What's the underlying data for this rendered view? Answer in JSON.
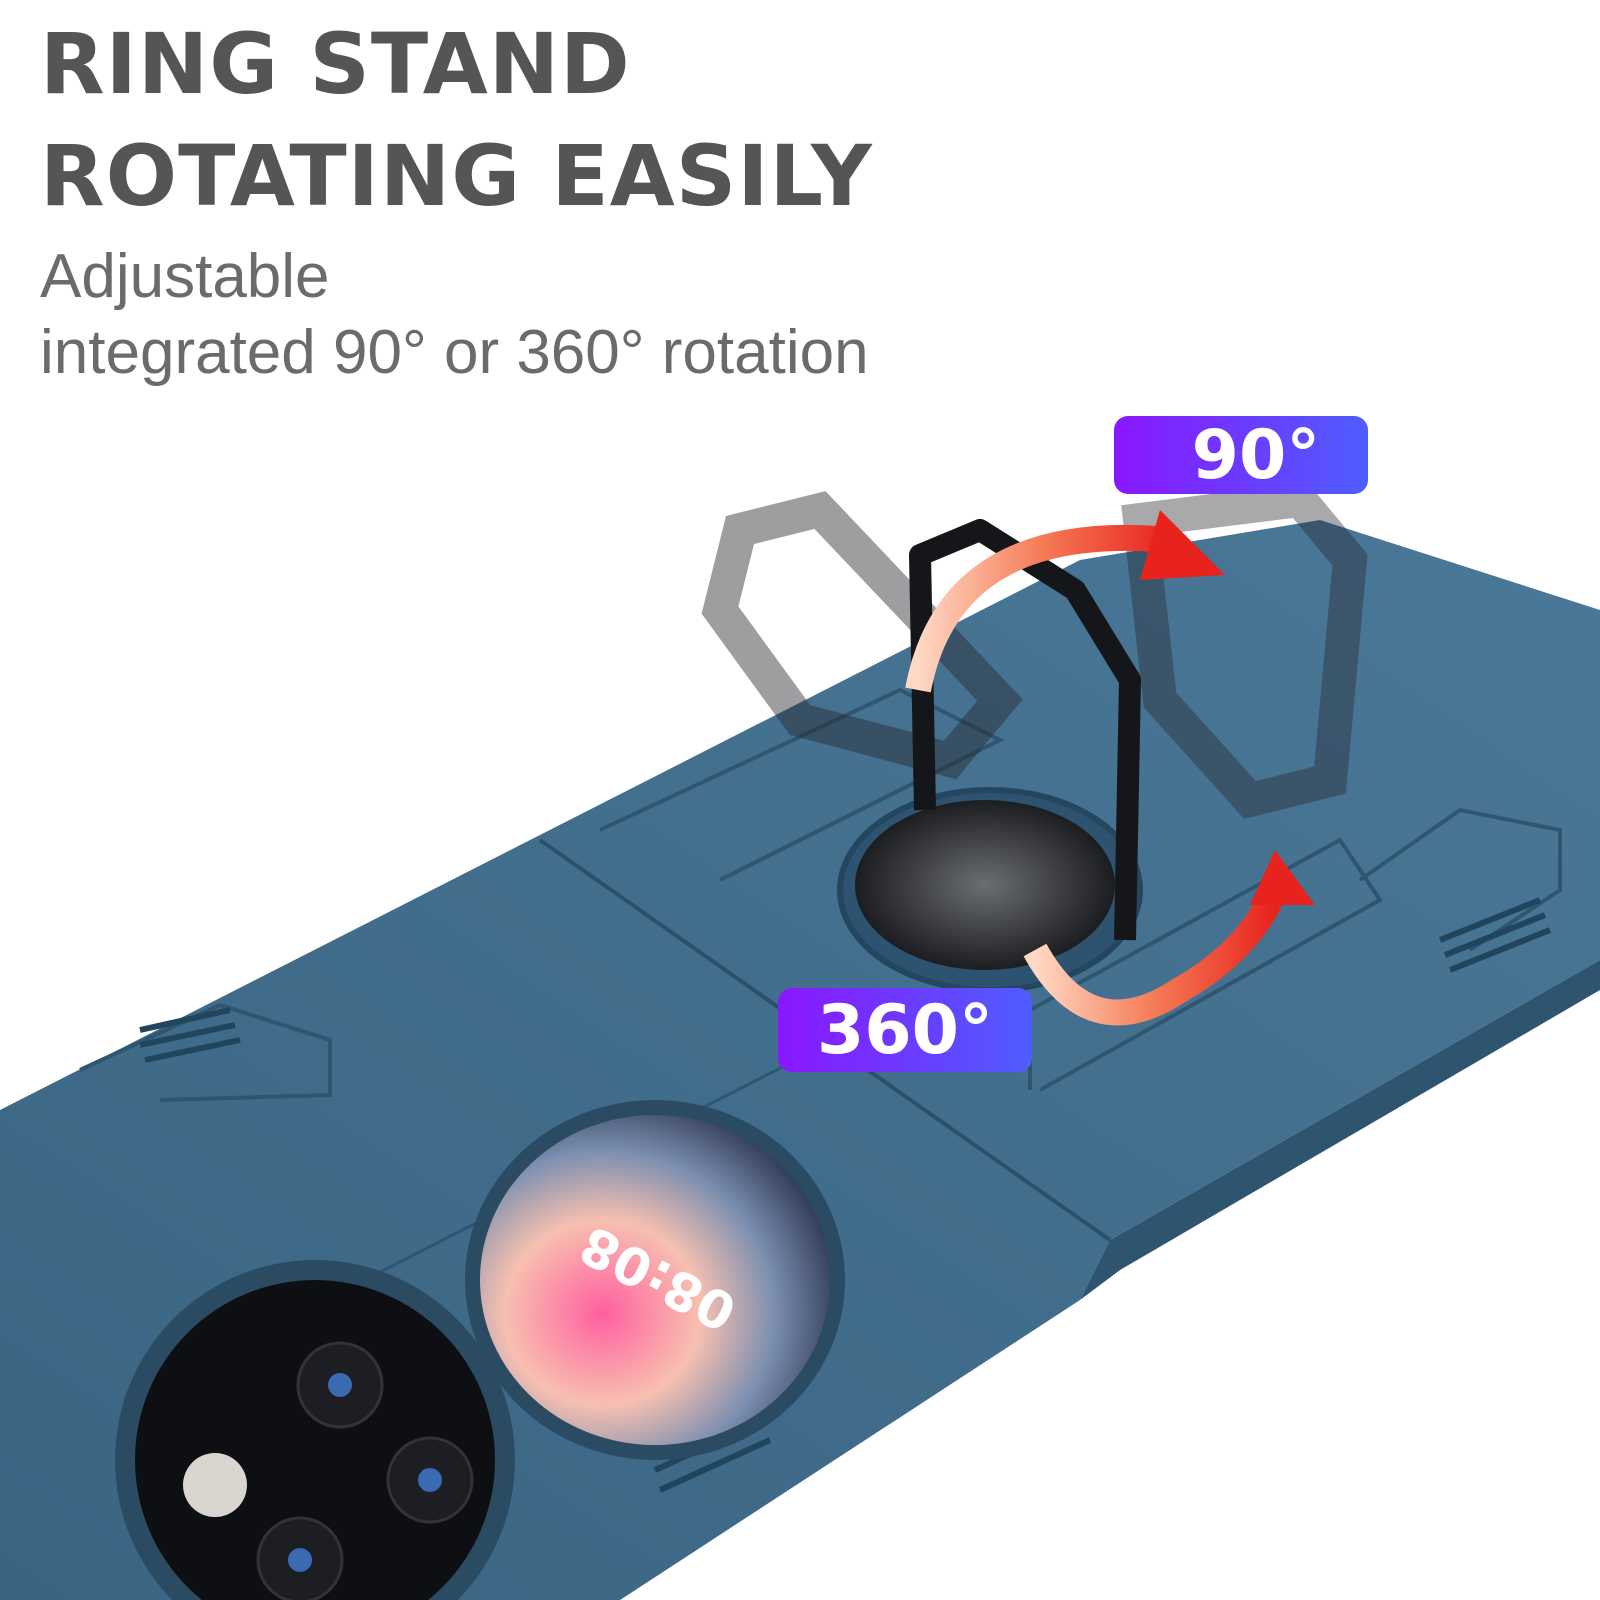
{
  "headline": {
    "line1": "RING STAND",
    "line2": "ROTATING EASILY"
  },
  "subheadline": {
    "line1": "Adjustable",
    "line2": "integrated 90° or 360° rotation"
  },
  "badges": {
    "tilt": "90°",
    "rotate": "360°"
  },
  "cover_screen": {
    "time": "08:08"
  },
  "colors": {
    "case": "#3f6a89",
    "badge_start": "#8a17ff",
    "badge_end": "#4e5dff",
    "arrow": "#e8231e",
    "text": "#555557"
  }
}
